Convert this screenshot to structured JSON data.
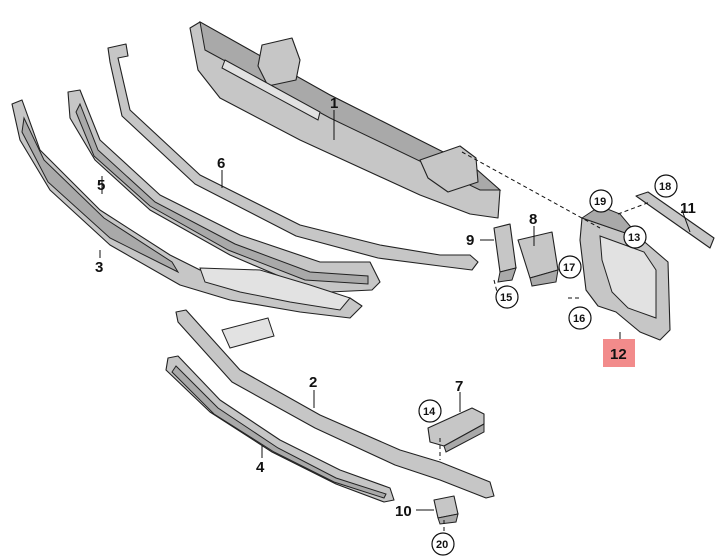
{
  "callouts": {
    "c1": "1",
    "c2": "2",
    "c3": "3",
    "c4": "4",
    "c5": "5",
    "c6": "6",
    "c7": "7",
    "c8": "8",
    "c9": "9",
    "c10": "10",
    "c11": "11",
    "c12": "12"
  },
  "circled": {
    "n13": "13",
    "n14": "14",
    "n15": "15",
    "n16": "16",
    "n17": "17",
    "n18": "18",
    "n19": "19",
    "n20": "20"
  },
  "colors": {
    "part_fill": "#c6c6c6",
    "highlight": "#f28b8b"
  },
  "highlighted_part": "12"
}
